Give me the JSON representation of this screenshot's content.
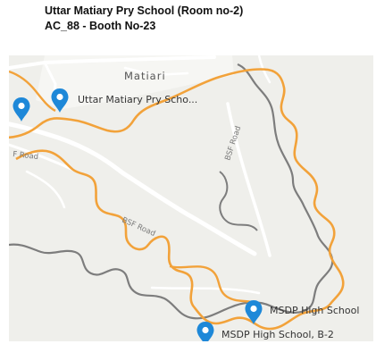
{
  "header": {
    "line1": "Uttar Matiary Pry School (Room no-2)",
    "line2": "AC_88 - Booth No-23"
  },
  "map": {
    "colors": {
      "background": "#efefeb",
      "road": "#ffffff",
      "boundary_orange": "#f2a23a",
      "boundary_gray": "#7d7d7d",
      "pin": "#1e88d8"
    },
    "town_label": "Matiari",
    "road_labels": {
      "f_road": "F Road",
      "bsf_road_vertical": "BSF Road",
      "bsf_road": "BSF Road"
    },
    "markers": [
      {
        "label": "Uttar Matiary Pry Scho...",
        "icon": "location-pin-icon"
      },
      {
        "label": "",
        "icon": "location-pin-icon"
      },
      {
        "label": "MSDP High School",
        "icon": "location-pin-icon"
      },
      {
        "label": "MSDP High School, B-2",
        "icon": "location-pin-icon"
      }
    ]
  }
}
